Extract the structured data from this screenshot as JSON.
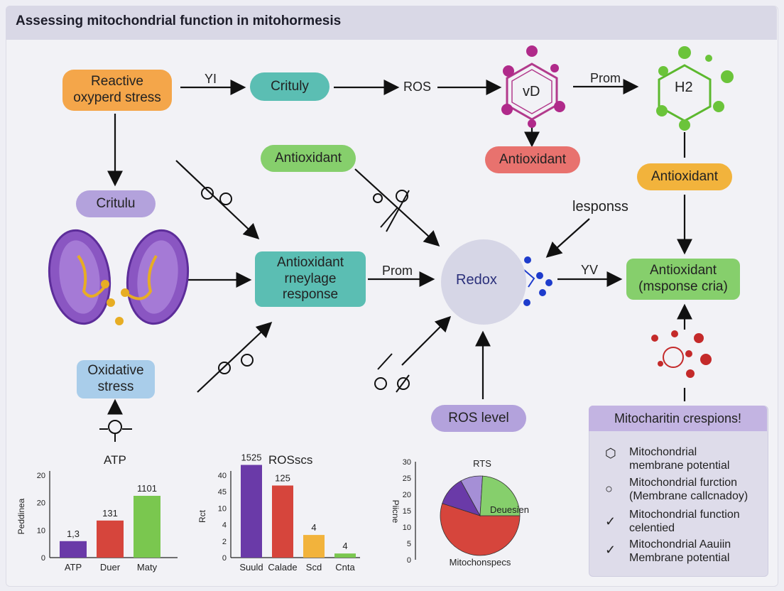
{
  "title": "Assessing mitochondrial function in mitohormesis",
  "nodes": {
    "reactive_oxygen_stress": "Reactive\noxyperd stress",
    "critulu_top": "Crituly",
    "ros_top": "ROS",
    "vd_molecule": "vD",
    "h2_molecule": "H2",
    "antioxidant_red": "Antioxidant",
    "antioxidant_green": "Antioxidant",
    "antioxidant_yellow": "Antioxidant",
    "critulu_left": "Critulu",
    "antioxidant_response": "Antioxidant\nrneylage\nresponse",
    "redox": "Redox",
    "antioxidant_response_crit": "Antioxidant\n(msponse cria)",
    "oxidative_stress": "Oxidative\nstress",
    "ros_level": "ROS level"
  },
  "edge_labels": {
    "yi": "YI",
    "prom_top": "Prom",
    "prom_mid": "Prom",
    "yv": "YV",
    "response": "lesponss"
  },
  "panel": {
    "header": "Mitocharitin crespions!",
    "items": [
      {
        "icon": "molecule-icon",
        "text": "Mitochondrial\nmembrane potential"
      },
      {
        "icon": "circle-icon",
        "text": "Mitochondrial furction\n(Membrane callcnadoy)"
      },
      {
        "icon": "checkmark-icon",
        "text": "Mitochondrial function\ncelentied"
      },
      {
        "icon": "checkmark-icon",
        "text": "Mitochondrial Aauiin\nMembrane potential"
      }
    ]
  },
  "colors": {
    "orange": "#f4a64a",
    "teal": "#5bbeb3",
    "purple": "#b3a2dc",
    "green": "#86cf6c",
    "red": "#e8726e",
    "yellow": "#f2b33c",
    "blue": "#a9cdea"
  },
  "chart_data": [
    {
      "type": "bar",
      "title": "ATP",
      "ylabel": "Peddinea",
      "categories": [
        "ATP",
        "Duer",
        "Maty"
      ],
      "values": [
        4,
        9,
        15
      ],
      "data_labels": [
        "1,3",
        "131",
        "1101"
      ],
      "colors": [
        "#6a3aa8",
        "#d6453c",
        "#7ac74f"
      ],
      "yticks": [
        "0",
        "10",
        "20",
        "20"
      ],
      "ylim": [
        0,
        20
      ]
    },
    {
      "type": "bar",
      "title": "ROSscs",
      "ylabel": "Rct",
      "categories": [
        "Suuld",
        "Calade",
        "Scd",
        "Cnta"
      ],
      "values": [
        45,
        35,
        11,
        2
      ],
      "data_labels": [
        "1525",
        "125",
        "4",
        "4"
      ],
      "colors": [
        "#6a3aa8",
        "#d6453c",
        "#f2b33c",
        "#7ac74f"
      ],
      "yticks": [
        "0",
        "2",
        "4",
        "10",
        "45",
        "40"
      ],
      "ylim": [
        0,
        40
      ]
    },
    {
      "type": "pie",
      "title": "RTS",
      "ylabel": "Piicne",
      "xlabel": "Mitochonspecs",
      "slice_label": "Deuesien",
      "slices": [
        {
          "value": 55,
          "color": "#d6453c"
        },
        {
          "value": 12,
          "color": "#6a3aa8"
        },
        {
          "value": 9,
          "color": "#a58fd6"
        },
        {
          "value": 24,
          "color": "#86cf6c"
        }
      ],
      "yticks": [
        "0",
        "5",
        "10",
        "15",
        "20",
        "25",
        "30"
      ]
    }
  ]
}
